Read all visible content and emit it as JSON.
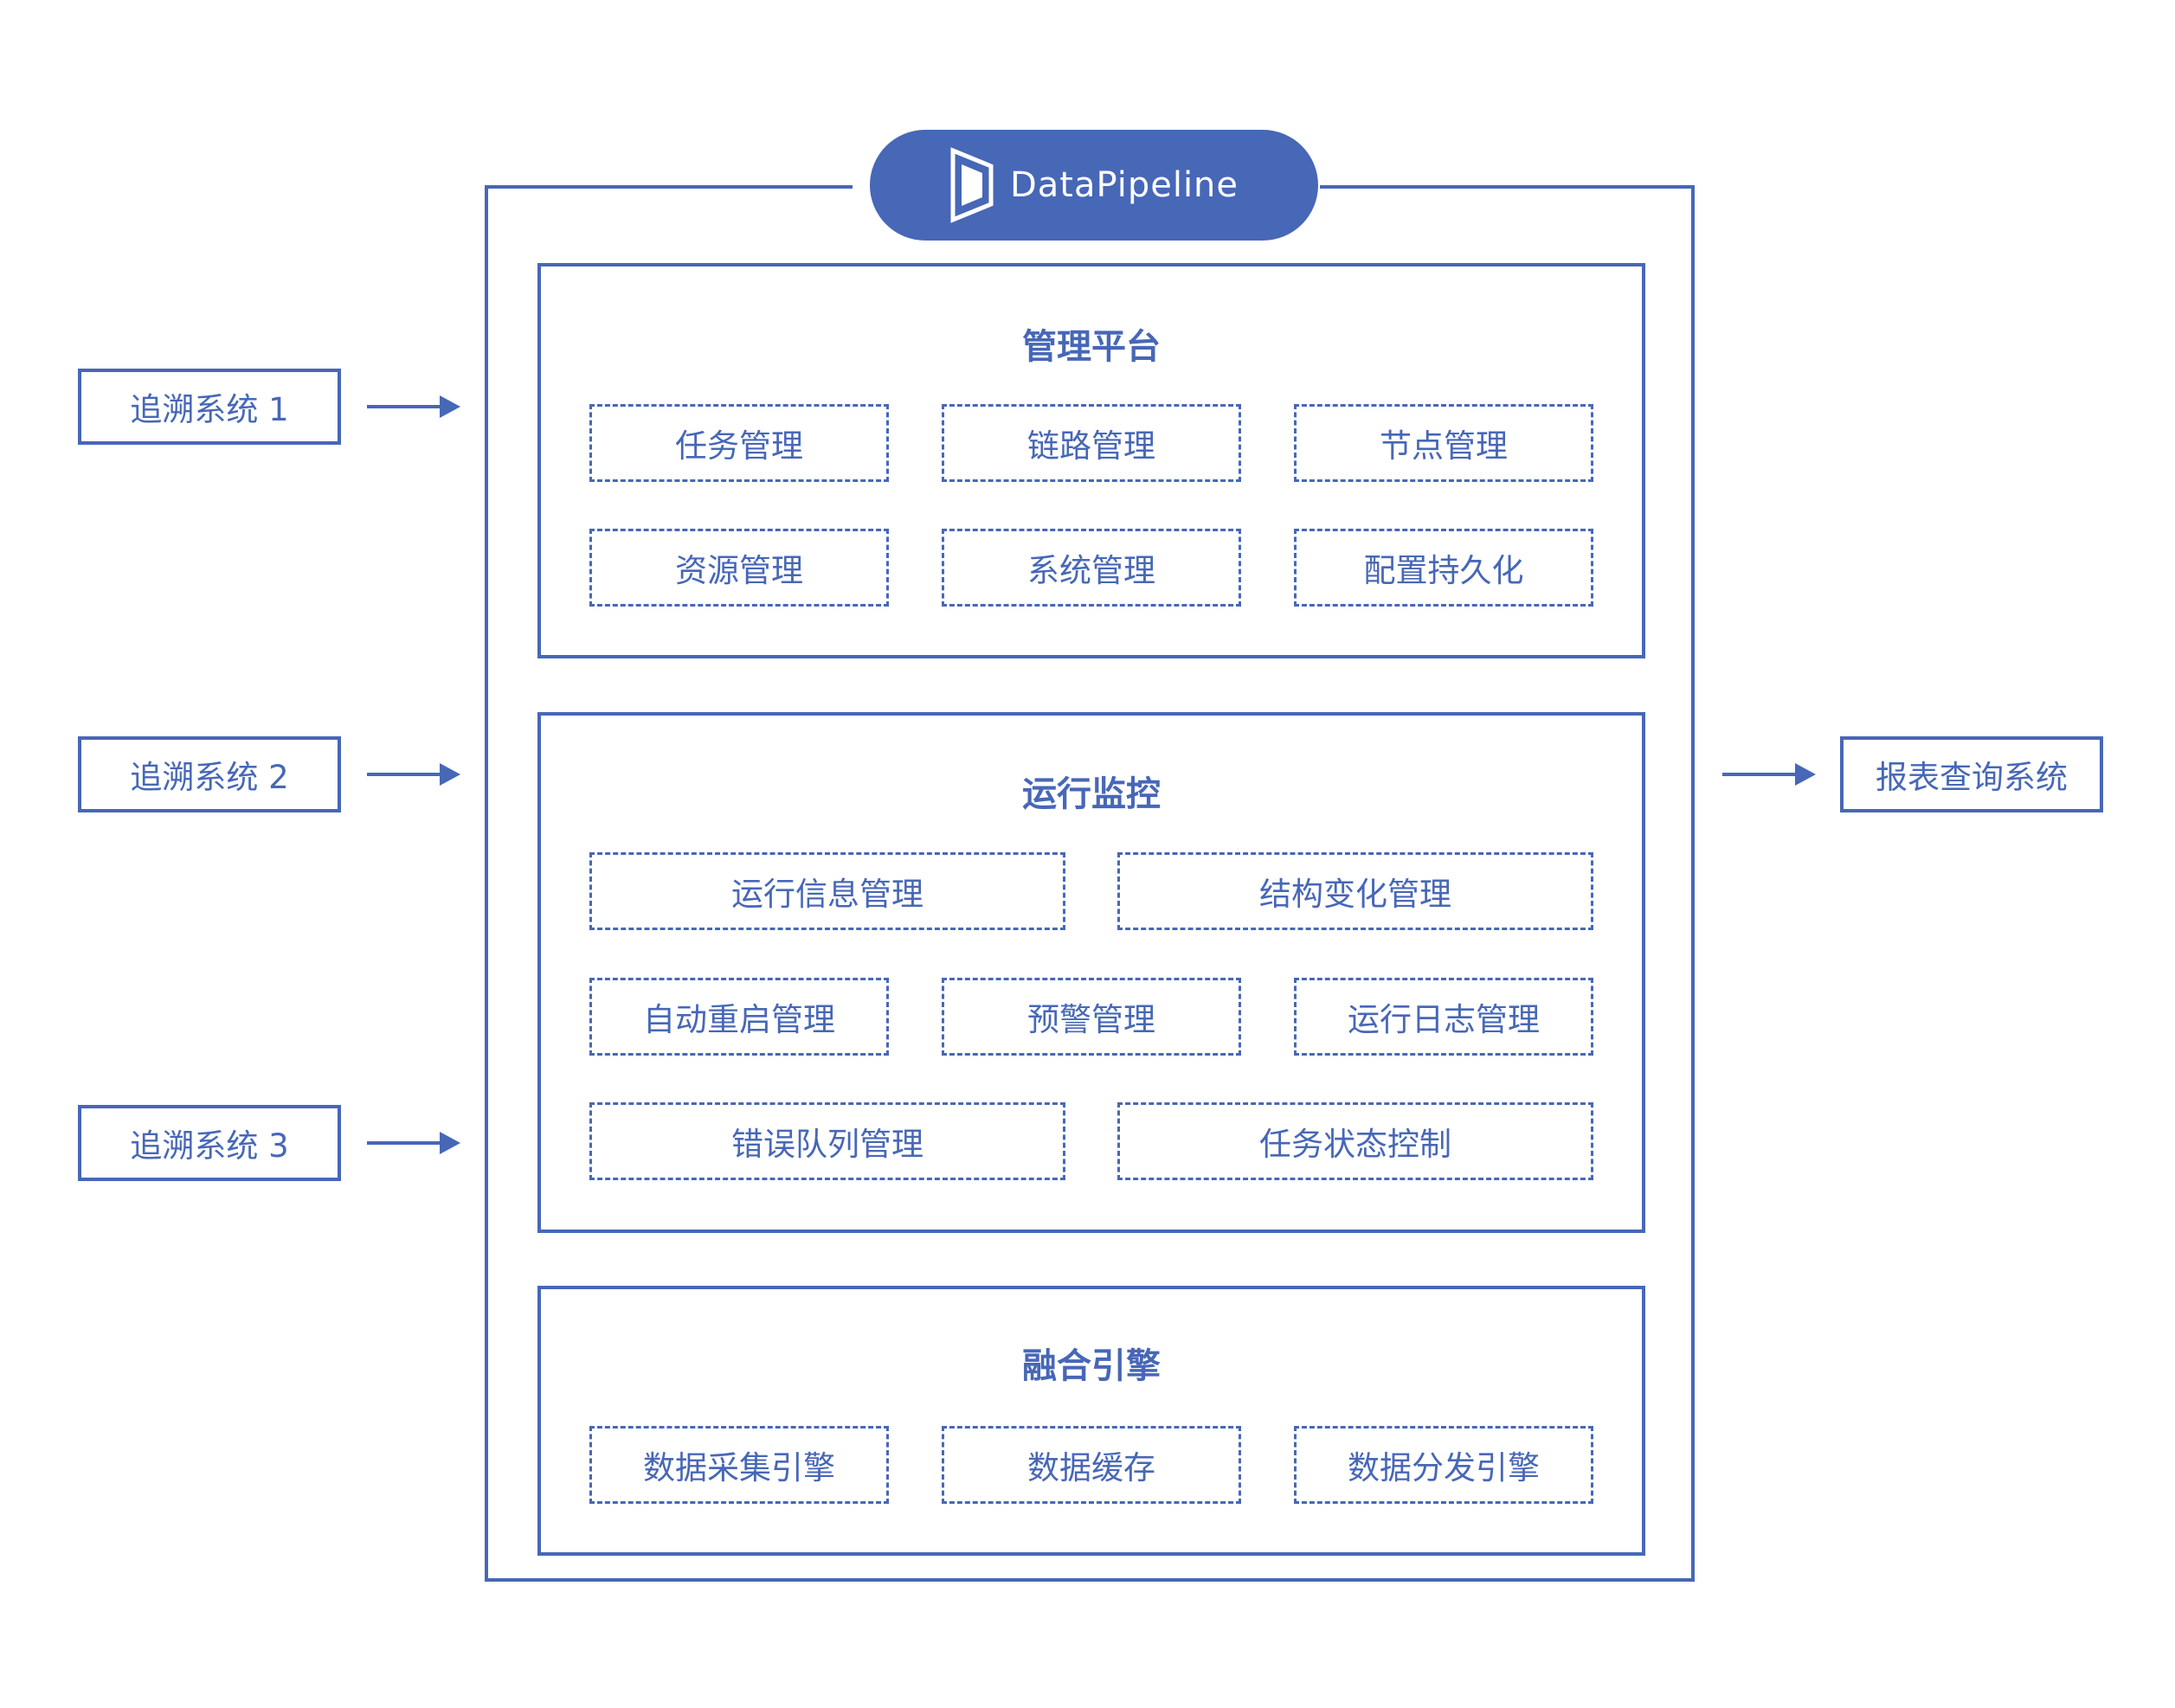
{
  "logo": {
    "text": "DataPipeline"
  },
  "inputs": [
    "追溯系统 1",
    "追溯系统 2",
    "追溯系统 3"
  ],
  "output": "报表查询系统",
  "sections": {
    "management": {
      "title": "管理平台",
      "items": [
        "任务管理",
        "链路管理",
        "节点管理",
        "资源管理",
        "系统管理",
        "配置持久化"
      ]
    },
    "monitoring": {
      "title": "运行监控",
      "items": [
        "运行信息管理",
        "结构变化管理",
        "自动重启管理",
        "预警管理",
        "运行日志管理",
        "错误队列管理",
        "任务状态控制"
      ]
    },
    "engine": {
      "title": "融合引擎",
      "items": [
        "数据采集引擎",
        "数据缓存",
        "数据分发引擎"
      ]
    }
  },
  "colors": {
    "accent": "#4767b7",
    "background": "#ffffff"
  }
}
